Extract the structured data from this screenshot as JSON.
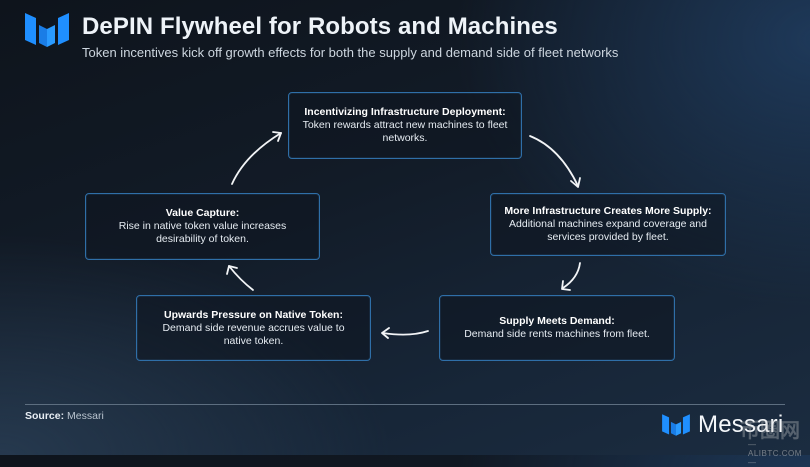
{
  "header": {
    "title": "DePIN Flywheel for Robots and Machines",
    "subtitle": "Token incentives kick off growth effects for both the supply and demand side of fleet networks",
    "logo_icon": "messari-logo-icon"
  },
  "flywheel": {
    "nodes": [
      {
        "title": "Incentivizing Infrastructure Deployment:",
        "body": "Token rewards attract new machines to fleet networks."
      },
      {
        "title": "More Infrastructure Creates More Supply:",
        "body": "Additional machines expand coverage and services provided by fleet."
      },
      {
        "title": "Supply Meets Demand:",
        "body": "Demand side rents machines from fleet."
      },
      {
        "title": "Upwards Pressure on Native Token:",
        "body": "Demand side revenue accrues value to native token."
      },
      {
        "title": "Value Capture:",
        "body": "Rise in native token value increases desirability of token."
      }
    ],
    "direction": "clockwise",
    "colors": {
      "border": "#2f6fa8",
      "arrow": "#f2f4f6"
    }
  },
  "footer": {
    "source_label": "Source:",
    "source_value": "Messari",
    "brand_name": "Messari",
    "watermark": "币圈网",
    "watermark_sub": "—ALIBTC.COM—"
  },
  "colors": {
    "accent": "#1e90ff",
    "text": "#ffffff"
  }
}
